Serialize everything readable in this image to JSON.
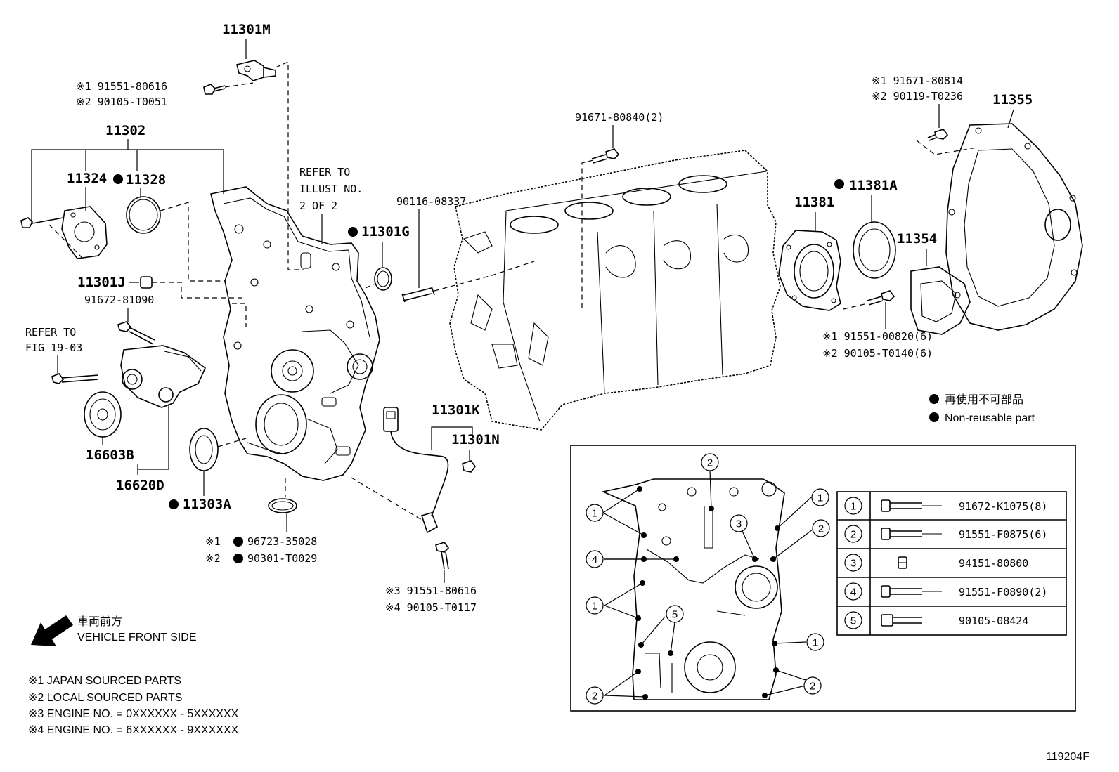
{
  "callouts": {
    "p11301M": "11301M",
    "bolt_sensor_top_1": "※1 91551-80616",
    "bolt_sensor_top_2": "※2 90105-T0051",
    "p11302": "11302",
    "p11324": "11324",
    "p11328": "11328",
    "p11301J": "11301J",
    "bolt_91672": "91672-81090",
    "refer_fig_1": "REFER TO",
    "refer_fig_2": "FIG 19-03",
    "p16603B": "16603B",
    "p16620D": "16620D",
    "p11303A": "11303A",
    "gasket_1": "※1",
    "gasket_1_pn": "96723-35028",
    "gasket_2": "※2",
    "gasket_2_pn": "90301-T0029",
    "refer_illust_1": "REFER TO",
    "refer_illust_2": "ILLUST NO.",
    "refer_illust_3": "2 OF 2",
    "p11301G": "11301G",
    "stud_90116": "90116-08337",
    "p11301K": "11301K",
    "p11301N": "11301N",
    "bolt_sensor_bot_3": "※3 91551-80616",
    "bolt_sensor_bot_4": "※4 90105-T0117",
    "bolt_91671": "91671-80840(2)",
    "p11381A": "11381A",
    "p11381": "11381",
    "bolt_retainer_1": "※1 91551-00820(6)",
    "bolt_retainer_2": "※2 90105-T0140(6)",
    "bolt_plate_1": "※1 91671-80814",
    "bolt_plate_2": "※2 90119-T0236",
    "p11355": "11355",
    "p11354": "11354"
  },
  "legend": {
    "non_reusable_jp": "再使用不可部品",
    "non_reusable_en": "Non-reusable part"
  },
  "front": {
    "jp": "車両前方",
    "en": "VEHICLE FRONT SIDE"
  },
  "notes": [
    "※1 JAPAN SOURCED PARTS",
    "※2 LOCAL SOURCED PARTS",
    "※3 ENGINE NO. = 0XXXXXX - 5XXXXXX",
    "※4 ENGINE NO. = 6XXXXXX - 9XXXXXX"
  ],
  "bolt_table": [
    {
      "num": "1",
      "part": "91672-K1075(8)"
    },
    {
      "num": "2",
      "part": "91551-F0875(6)"
    },
    {
      "num": "3",
      "part": "94151-80800"
    },
    {
      "num": "4",
      "part": "91551-F0890(2)"
    },
    {
      "num": "5",
      "part": "90105-08424"
    }
  ],
  "inset_markers": {
    "m1": "1",
    "m2": "2",
    "m3": "3",
    "m4": "4",
    "m5": "5"
  },
  "figure_id": "119204F"
}
